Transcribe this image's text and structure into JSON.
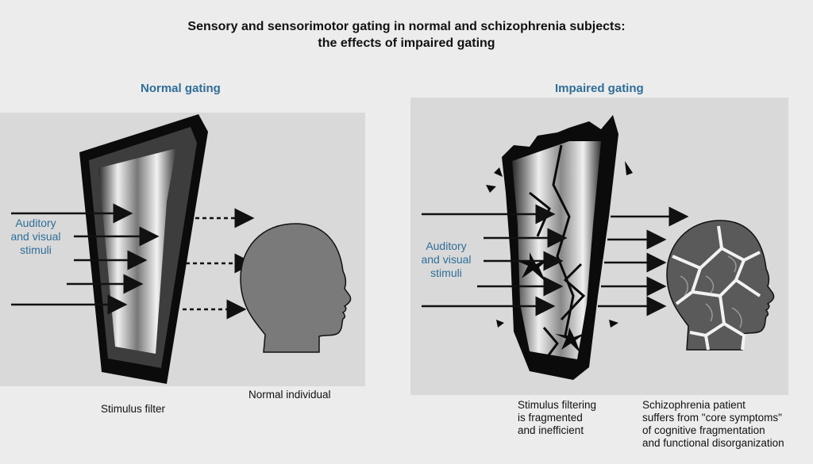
{
  "title": {
    "line1": "Sensory and sensorimotor gating in normal and schizophrenia subjects:",
    "line2": "the effects of impaired gating"
  },
  "normal": {
    "heading": "Normal gating",
    "stimuli": [
      "Auditory",
      "and visual",
      "stimuli"
    ],
    "filter_label": "Stimulus filter",
    "individual_label": "Normal individual"
  },
  "impaired": {
    "heading": "Impaired gating",
    "stimuli": [
      "Auditory",
      "and visual",
      "stimuli"
    ],
    "filter_label": [
      "Stimulus filtering",
      "is fragmented",
      "and inefficient"
    ],
    "patient_label": [
      "Schizophrenia patient",
      "suffers from \"core symptoms\"",
      "of cognitive fragmentation",
      "and functional disorganization"
    ]
  },
  "colors": {
    "heading": "#2f6e98",
    "panel": "#d9d9d9",
    "head": "#7a7a7a"
  }
}
